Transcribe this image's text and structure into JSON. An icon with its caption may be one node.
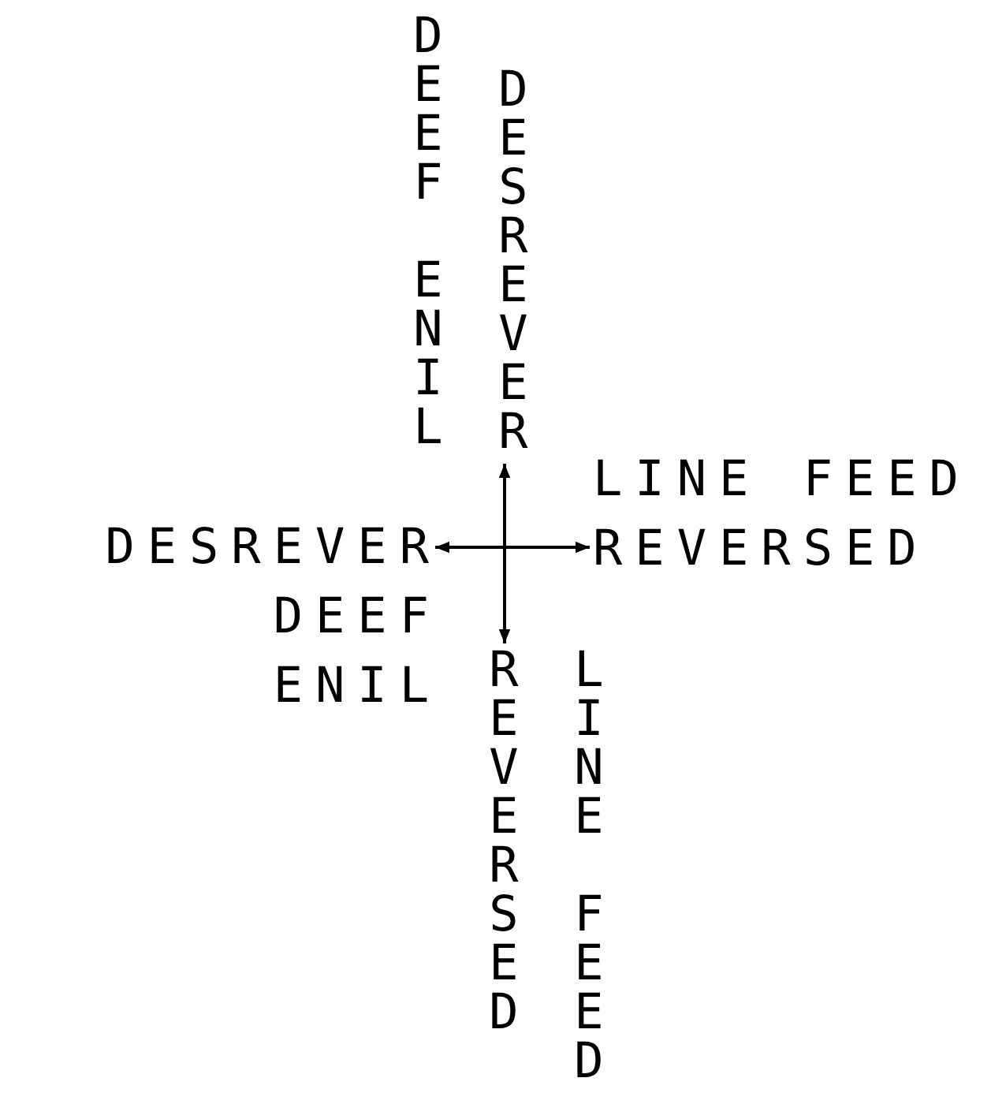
{
  "diagram": {
    "nodes": [
      {
        "text": [
          "DEEF ENIL"
        ]
      },
      {
        "text": [
          "DESREVER"
        ]
      },
      {
        "text": [
          "LINE FEED REVERSED"
        ]
      },
      {
        "text": [
          "DESREVER DEEF ENIL"
        ]
      },
      {
        "text": [
          "REVERSED"
        ]
      },
      {
        "text": [
          "LINE FEED"
        ]
      }
    ],
    "edges": [
      {
        "from": 3,
        "to": 2,
        "arrow": "both"
      },
      {
        "from": 1,
        "to": 4,
        "arrow": "both"
      }
    ]
  }
}
